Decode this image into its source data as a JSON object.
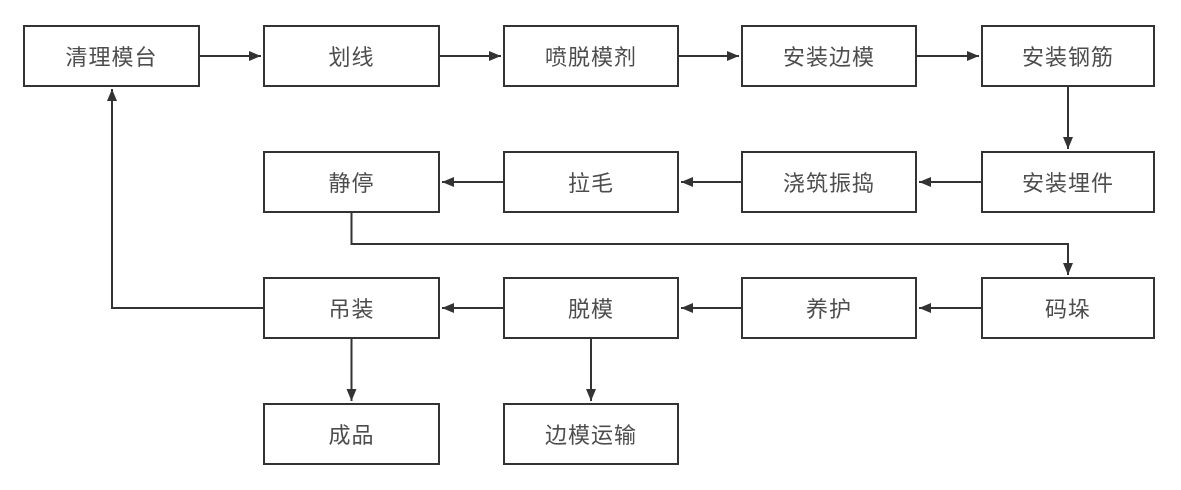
{
  "diagram": {
    "type": "flowchart",
    "colors": {
      "background": "#ffffff",
      "node_fill": "#ffffff",
      "node_border": "#333333",
      "arrow": "#333333",
      "text": "#4d4d4d"
    },
    "nodes": [
      {
        "id": "clean-mold-platform",
        "label": "清理模台"
      },
      {
        "id": "scribing",
        "label": "划线"
      },
      {
        "id": "spray-release-agent",
        "label": "喷脱模剂"
      },
      {
        "id": "install-side-molds",
        "label": "安装边模"
      },
      {
        "id": "install-rebar",
        "label": "安装钢筋"
      },
      {
        "id": "install-embeds",
        "label": "安装埋件"
      },
      {
        "id": "pour-vibrate",
        "label": "浇筑振捣"
      },
      {
        "id": "roughening",
        "label": "拉毛"
      },
      {
        "id": "resting",
        "label": "静停"
      },
      {
        "id": "stacking",
        "label": "码垛"
      },
      {
        "id": "curing",
        "label": "养护"
      },
      {
        "id": "demolding",
        "label": "脱模"
      },
      {
        "id": "hoisting",
        "label": "吊装"
      },
      {
        "id": "finished-product",
        "label": "成品"
      },
      {
        "id": "side-mold-transport",
        "label": "边模运输"
      }
    ],
    "edges": [
      {
        "from": "clean-mold-platform",
        "to": "scribing"
      },
      {
        "from": "scribing",
        "to": "spray-release-agent"
      },
      {
        "from": "spray-release-agent",
        "to": "install-side-molds"
      },
      {
        "from": "install-side-molds",
        "to": "install-rebar"
      },
      {
        "from": "install-rebar",
        "to": "install-embeds"
      },
      {
        "from": "install-embeds",
        "to": "pour-vibrate"
      },
      {
        "from": "pour-vibrate",
        "to": "roughening"
      },
      {
        "from": "roughening",
        "to": "resting"
      },
      {
        "from": "resting",
        "to": "stacking"
      },
      {
        "from": "stacking",
        "to": "curing"
      },
      {
        "from": "curing",
        "to": "demolding"
      },
      {
        "from": "demolding",
        "to": "hoisting"
      },
      {
        "from": "hoisting",
        "to": "finished-product"
      },
      {
        "from": "demolding",
        "to": "side-mold-transport"
      },
      {
        "from": "hoisting",
        "to": "clean-mold-platform"
      }
    ]
  }
}
